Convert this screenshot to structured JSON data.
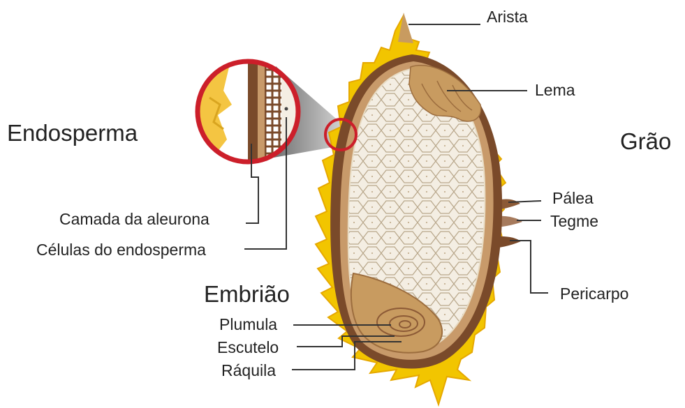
{
  "headings": {
    "endosperma": "Endosperma",
    "grao": "Grão",
    "embriao": "Embrião"
  },
  "labels": {
    "arista": "Arista",
    "lema": "Lema",
    "palea": "Pálea",
    "tegme": "Tegme",
    "pericarpo": "Pericarpo",
    "camada_aleurona": "Camada da aleurona",
    "celulas_endosperma": "Células do endosperma",
    "plumula": "Plumula",
    "escutelo": "Escutelo",
    "raquila": "Ráquila"
  },
  "colors": {
    "husk": "#f2c500",
    "husk_edge": "#e6a800",
    "pericarp": "#7a4a2a",
    "aleurone": "#c89a6a",
    "endosperm": "#f4eee3",
    "cell_line": "#b9a88c",
    "embryo": "#c89b60",
    "magnifier": "#cc1f2a",
    "leader": "#333333"
  }
}
